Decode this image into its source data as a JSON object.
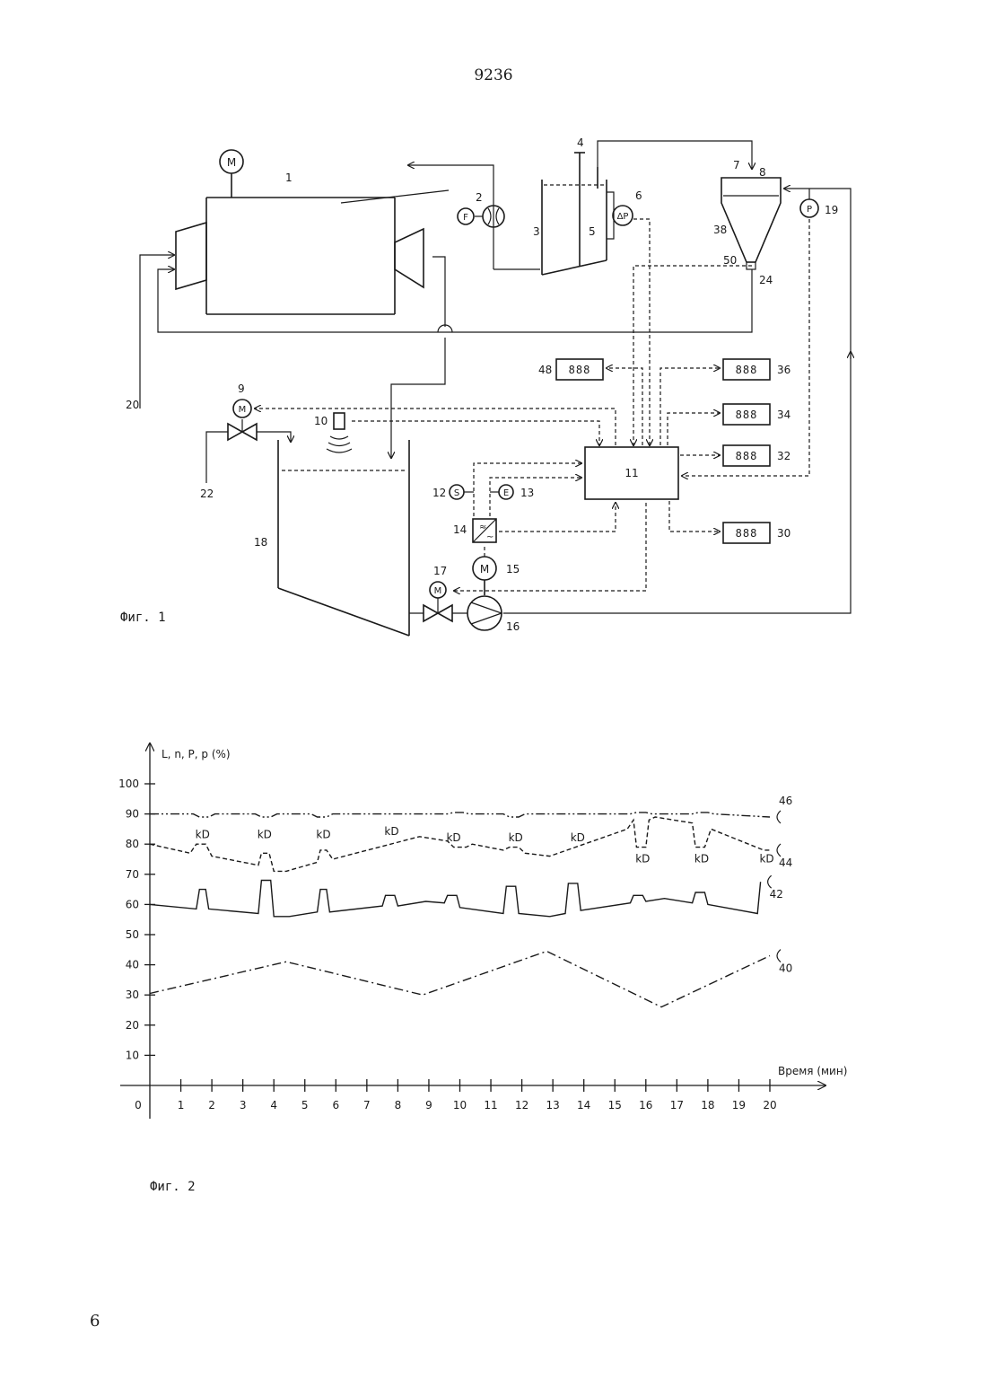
{
  "header": {
    "page_number": "9236"
  },
  "footer": {
    "page_number": "6"
  },
  "figure1": {
    "caption": "Фиг. 1",
    "labels": {
      "n1": "1",
      "n2": "2",
      "n3": "3",
      "n4": "4",
      "n5": "5",
      "n6": "6",
      "n7": "7",
      "n8": "8",
      "n9": "9",
      "n10": "10",
      "n11": "11",
      "n12": "12",
      "n13": "13",
      "n14": "14",
      "n15": "15",
      "n16": "16",
      "n17": "17",
      "n18": "18",
      "n19": "19",
      "n20": "20",
      "n22": "22",
      "n24": "24",
      "n30": "30",
      "n32": "32",
      "n34": "34",
      "n36": "36",
      "n38": "38",
      "n48": "48",
      "n50": "50"
    },
    "symbols": {
      "motor": "M",
      "flow": "F",
      "pressure": "P",
      "diff_pressure": "ΔP",
      "s": "S",
      "e": "E",
      "display": "888"
    }
  },
  "figure2": {
    "caption": "Фиг. 2",
    "chart_data": {
      "type": "line",
      "ylabel": "L, n, P, p (%)",
      "xlabel": "Время (мин)",
      "xlim": [
        0,
        20
      ],
      "ylim": [
        0,
        100
      ],
      "x_ticks": [
        0,
        1,
        2,
        3,
        4,
        5,
        6,
        7,
        8,
        9,
        10,
        11,
        12,
        13,
        14,
        15,
        16,
        17,
        18,
        19,
        20
      ],
      "y_ticks": [
        10,
        20,
        30,
        40,
        50,
        60,
        70,
        80,
        90,
        100
      ],
      "annotation_label": "kD",
      "series": [
        {
          "name": "46",
          "style": "dash-dot-dot",
          "points": [
            [
              0,
              90
            ],
            [
              1.4,
              90
            ],
            [
              1.6,
              89
            ],
            [
              1.9,
              89
            ],
            [
              2.1,
              90
            ],
            [
              3.4,
              90
            ],
            [
              3.6,
              89
            ],
            [
              3.9,
              89
            ],
            [
              4.1,
              90
            ],
            [
              5.2,
              90
            ],
            [
              5.4,
              89
            ],
            [
              5.7,
              89
            ],
            [
              5.9,
              90
            ],
            [
              9.6,
              90
            ],
            [
              9.8,
              90.5
            ],
            [
              10.1,
              90.5
            ],
            [
              10.3,
              90
            ],
            [
              11.4,
              90
            ],
            [
              11.6,
              89
            ],
            [
              11.9,
              89
            ],
            [
              12.1,
              90
            ],
            [
              15.5,
              90
            ],
            [
              15.7,
              90.5
            ],
            [
              16.0,
              90.5
            ],
            [
              16.2,
              90
            ],
            [
              17.5,
              90
            ],
            [
              17.7,
              90.5
            ],
            [
              18.0,
              90.5
            ],
            [
              18.2,
              90
            ],
            [
              20,
              89
            ]
          ]
        },
        {
          "name": "44",
          "style": "dashed",
          "points": [
            [
              0,
              80
            ],
            [
              1.3,
              77
            ],
            [
              1.5,
              80
            ],
            [
              1.8,
              80
            ],
            [
              2.0,
              76
            ],
            [
              3.5,
              73
            ],
            [
              3.6,
              77
            ],
            [
              3.85,
              77
            ],
            [
              4.0,
              71
            ],
            [
              4.4,
              71
            ],
            [
              5.4,
              74
            ],
            [
              5.5,
              78
            ],
            [
              5.7,
              78
            ],
            [
              5.9,
              75
            ],
            [
              8.7,
              82.5
            ],
            [
              9.6,
              81
            ],
            [
              9.8,
              79
            ],
            [
              10.2,
              79
            ],
            [
              10.4,
              80
            ],
            [
              11.4,
              78
            ],
            [
              11.6,
              79
            ],
            [
              11.9,
              79
            ],
            [
              12.1,
              77
            ],
            [
              12.9,
              76
            ],
            [
              15.4,
              85
            ],
            [
              15.6,
              88
            ],
            [
              15.7,
              79
            ],
            [
              16.0,
              79
            ],
            [
              16.1,
              88
            ],
            [
              16.3,
              89
            ],
            [
              17.5,
              87
            ],
            [
              17.6,
              79
            ],
            [
              17.9,
              79
            ],
            [
              18.1,
              85
            ],
            [
              19.8,
              78
            ],
            [
              20,
              78
            ]
          ]
        },
        {
          "name": "42",
          "style": "solid",
          "points": [
            [
              0,
              60
            ],
            [
              1.5,
              58.5
            ],
            [
              1.6,
              65
            ],
            [
              1.8,
              65
            ],
            [
              1.9,
              58.5
            ],
            [
              3.5,
              57
            ],
            [
              3.6,
              68
            ],
            [
              3.9,
              68
            ],
            [
              4.0,
              56
            ],
            [
              4.5,
              56
            ],
            [
              5.4,
              57.5
            ],
            [
              5.5,
              65
            ],
            [
              5.7,
              65
            ],
            [
              5.8,
              57.5
            ],
            [
              7.5,
              59.5
            ],
            [
              7.6,
              63
            ],
            [
              7.9,
              63
            ],
            [
              8.0,
              59.5
            ],
            [
              8.9,
              61
            ],
            [
              9.5,
              60.5
            ],
            [
              9.6,
              63
            ],
            [
              9.9,
              63
            ],
            [
              10.0,
              59
            ],
            [
              11.4,
              57
            ],
            [
              11.5,
              66
            ],
            [
              11.8,
              66
            ],
            [
              11.9,
              57
            ],
            [
              12.9,
              56
            ],
            [
              13.4,
              57
            ],
            [
              13.5,
              67
            ],
            [
              13.8,
              67
            ],
            [
              13.9,
              58
            ],
            [
              15.5,
              60.5
            ],
            [
              15.6,
              63
            ],
            [
              15.9,
              63
            ],
            [
              16.0,
              61
            ],
            [
              16.6,
              62
            ],
            [
              17.5,
              60.5
            ],
            [
              17.6,
              64
            ],
            [
              17.9,
              64
            ],
            [
              18.0,
              60
            ],
            [
              19.6,
              57
            ],
            [
              19.7,
              67.5
            ]
          ]
        },
        {
          "name": "40",
          "style": "dash-dot",
          "points": [
            [
              0,
              30.5
            ],
            [
              4.4,
              41
            ],
            [
              8.8,
              30
            ],
            [
              12.8,
              44.5
            ],
            [
              16.5,
              26
            ],
            [
              20,
              43
            ]
          ]
        }
      ]
    }
  }
}
